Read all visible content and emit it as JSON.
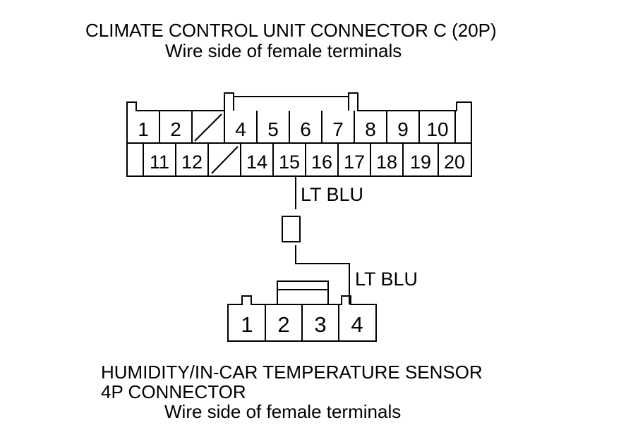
{
  "top_connector": {
    "title": "CLIMATE CONTROL UNIT CONNECTOR C (20P)",
    "subtitle": "Wire side of female terminals",
    "row1": [
      "1",
      "2",
      "",
      "4",
      "5",
      "6",
      "7",
      "8",
      "9",
      "10"
    ],
    "row2": [
      "",
      "11",
      "12",
      "",
      "14",
      "15",
      "16",
      "17",
      "18",
      "19",
      "20"
    ]
  },
  "wires": {
    "upper_label": "LT BLU",
    "lower_label": "LT BLU"
  },
  "bottom_connector": {
    "title_line1": "HUMIDITY/IN-CAR TEMPERATURE SENSOR",
    "title_line2": "4P CONNECTOR",
    "subtitle": "Wire side of female terminals",
    "pins": [
      "1",
      "2",
      "3",
      "4"
    ]
  }
}
